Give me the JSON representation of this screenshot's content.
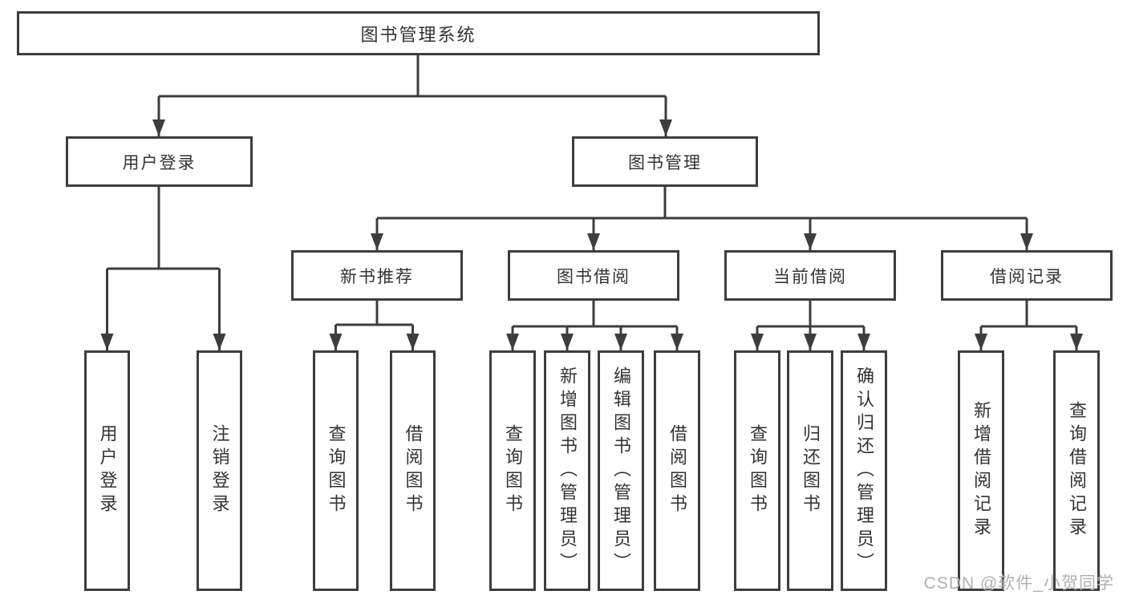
{
  "diagram": {
    "root": "图书管理系统",
    "children": [
      {
        "label": "用户登录",
        "children": [
          {
            "label": "用户登录"
          },
          {
            "label": "注销登录"
          }
        ]
      },
      {
        "label": "图书管理",
        "children": [
          {
            "label": "新书推荐",
            "children": [
              {
                "label": "查询图书"
              },
              {
                "label": "借阅图书"
              }
            ]
          },
          {
            "label": "图书借阅",
            "children": [
              {
                "label": "查询图书"
              },
              {
                "label": "新增图书（管理员）"
              },
              {
                "label": "编辑图书（管理员）"
              },
              {
                "label": "借阅图书"
              }
            ]
          },
          {
            "label": "当前借阅",
            "children": [
              {
                "label": "查询图书"
              },
              {
                "label": "归还图书"
              },
              {
                "label": "确认归还（管理员）"
              }
            ]
          },
          {
            "label": "借阅记录",
            "children": [
              {
                "label": "新增借阅记录"
              },
              {
                "label": "查询借阅记录"
              }
            ]
          }
        ]
      }
    ]
  },
  "watermark": "CSDN @软件_小贺同学",
  "colors": {
    "line": "#3d3d3d",
    "text": "#333333",
    "watermark": "#b0b0b0",
    "background": "#ffffff"
  }
}
